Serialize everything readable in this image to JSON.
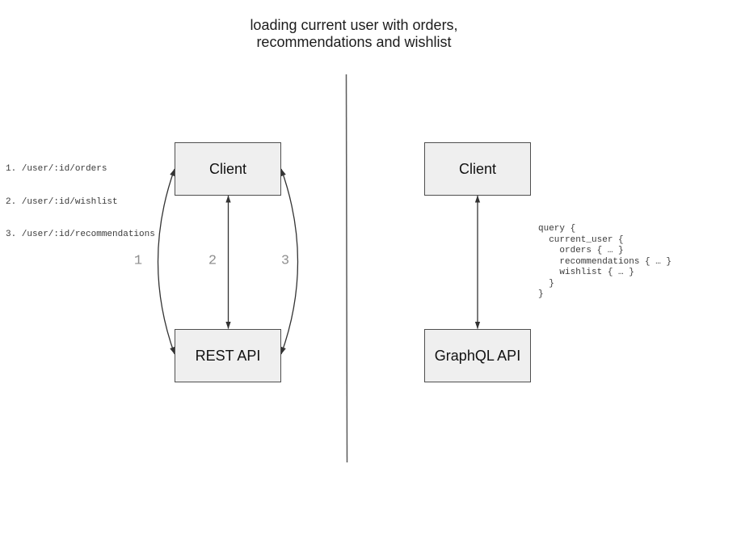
{
  "title": {
    "line1": "loading current user with orders,",
    "line2": "recommendations and wishlist"
  },
  "left_panel": {
    "endpoints": [
      "1. /user/:id/orders",
      "2. /user/:id/wishlist",
      "3. /user/:id/recommendations"
    ],
    "client_label": "Client",
    "api_label": "REST API",
    "arrow_labels": [
      "1",
      "2",
      "3"
    ]
  },
  "right_panel": {
    "client_label": "Client",
    "api_label": "GraphQL API",
    "query_code": "query {\n  current_user {\n    orders { … }\n    recommendations { … }\n    wishlist { … }\n  }\n}"
  },
  "colors": {
    "box_fill": "#efefef",
    "box_border": "#4f4f4f",
    "connector": "#333333",
    "divider": "#5a5a5a",
    "arrow_label_gray": "#8f8f8f",
    "code_text": "#3a3a3a",
    "title_text": "#1c1c1c"
  }
}
